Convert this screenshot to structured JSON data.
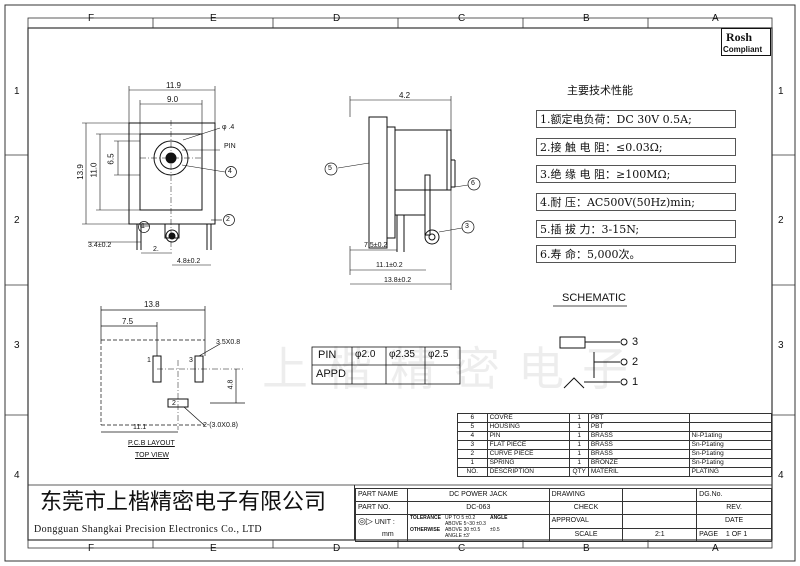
{
  "frame": {
    "column_letters": [
      "F",
      "E",
      "D",
      "C",
      "B",
      "A"
    ],
    "row_numbers": [
      "1",
      "2",
      "3",
      "4"
    ]
  },
  "rohs": {
    "line1": "Rosh",
    "line2": "Compliant"
  },
  "specs": {
    "title": "主要技术性能",
    "items": [
      "1.额定电负荷：DC 30V 0.5A;",
      "2.接 触 电 阻：≤0.03Ω;",
      "3.绝 缘 电 阻：≥100MΩ;",
      "4.耐       压：AC500V(50Hz)min;",
      "5.插   拔   力：3-15N;",
      "6.寿       命：5,000次。"
    ]
  },
  "front_view": {
    "dim_width_outer": "11.9",
    "dim_width_inner": "9.0",
    "dim_height_outer": "13.9",
    "dim_height_inner": "11.0",
    "dim_hole": "6.5",
    "dim_phi": "φ .4",
    "pin_label": "PIN",
    "dim_bottom_left": "3.4±0.2",
    "dim_bottom_2": "2.",
    "dim_bottom_right": "4.8±0.2",
    "callout_1": "1",
    "callout_2": "2",
    "callout_4": "4"
  },
  "side_view": {
    "dim_top": "4.2",
    "dim_7_5": "7.5±0.2",
    "dim_11_1": "11.1±0.2",
    "dim_13_8": "13.8±0.2",
    "callout_3": "3",
    "callout_5": "5",
    "callout_6": "6"
  },
  "pcb": {
    "dim_13_8": "13.8",
    "dim_7_5": "7.5",
    "dim_slot": "3.5X0.8",
    "dim_4_8": "4.8",
    "dim_11_1": "11.1",
    "slot_note": "2-(3.0X0.8)",
    "pad1": "1",
    "pad2": "2",
    "pad3": "3",
    "title": "P.C.B LAYOUT",
    "subtitle": "TOP VIEW"
  },
  "pin_table": {
    "row1": [
      "PIN",
      "φ2.0",
      "φ2.35",
      "φ2.5"
    ],
    "row2": [
      "APPD",
      "",
      "",
      ""
    ]
  },
  "schematic": {
    "title": "SCHEMATIC",
    "pin_3": "3",
    "pin_2": "2",
    "pin_1": "1"
  },
  "bom": [
    [
      "6",
      "COVRE",
      "1",
      "PBT",
      ""
    ],
    [
      "5",
      "HOUSING",
      "1",
      "PBT",
      ""
    ],
    [
      "4",
      "PIN",
      "1",
      "BRASS",
      "Ni-P1ating"
    ],
    [
      "3",
      "FLAT PIECE",
      "1",
      "BRASS",
      "Sn-P1ating"
    ],
    [
      "2",
      "CURVE PIECE",
      "1",
      "BRASS",
      "Sn-P1ating"
    ],
    [
      "1",
      "SPRING",
      "1",
      "BRONZE",
      "Sn-P1ating"
    ],
    [
      "NO.",
      "DESCRIPTION",
      "QTY",
      "MATERIL",
      "PLATING"
    ]
  ],
  "title_block": {
    "company_cn": "东莞市上楷精密电子有限公司",
    "company_en": "Dongguan Shangkai Precision Electronics Co., LTD",
    "part_name_label": "PART NAME",
    "part_name": "DC POWER JACK",
    "part_no_label": "PART NO.",
    "part_no": "DC-063",
    "unit_label": "UNIT :",
    "unit": "mm",
    "tolerance": "TOLERANCE",
    "otherwise": "OTHERWISE",
    "tol_rows": [
      [
        "UP TO 5",
        "±0.2"
      ],
      [
        "ABOVE 5~30",
        "±0.3"
      ],
      [
        "ABOVE 30",
        "±0.5"
      ],
      [
        "ANGLE",
        "±3'"
      ]
    ],
    "angle": "ANGLE",
    "angle_val": "±0.5",
    "drawing": "DRAWING",
    "check": "CHECK",
    "approval": "APPROVAL",
    "scale_label": "SCALE",
    "scale": "2:1",
    "dg_no": "DG.No.",
    "rev": "REV.",
    "date": "DATE",
    "page_label": "PAGE",
    "page": "1 OF 1"
  },
  "watermark": "上楷精密电子"
}
